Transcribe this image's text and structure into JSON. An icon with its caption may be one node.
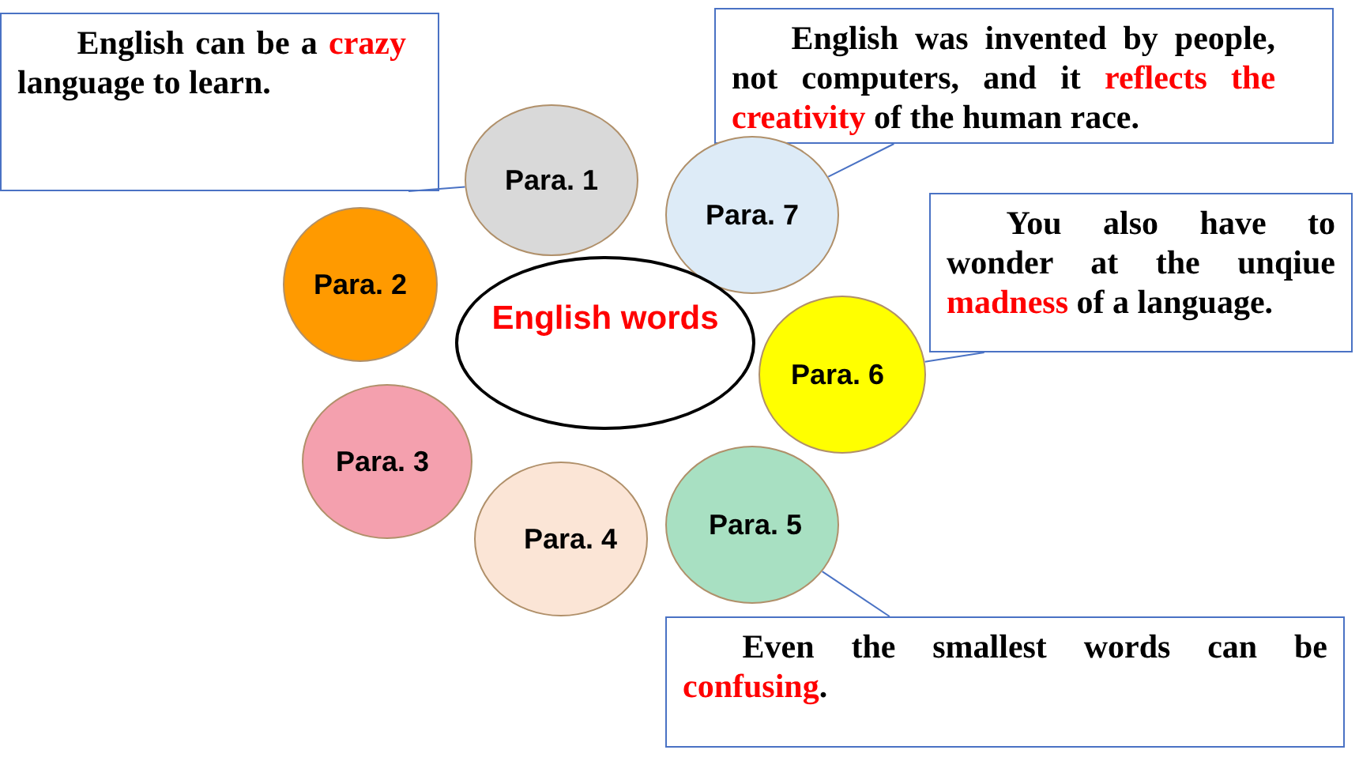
{
  "diagram": {
    "nodes": [
      {
        "text": [
          "English can be a **crazy** language to learn."
        ]
      },
      {
        "text": [
          "English was invented by people, not computers, and it **reflects the creativity** of the human race."
        ]
      },
      {
        "text": [
          "Para. 1"
        ]
      },
      {
        "text": [
          "Para. 7"
        ]
      },
      {
        "text": [
          "You also have to wonder at the unqiue **madness** of a language."
        ]
      },
      {
        "text": [
          "Para. 2"
        ]
      },
      {
        "text": [
          "English words"
        ]
      },
      {
        "text": [
          "Para. 6"
        ]
      },
      {
        "text": [
          "Para. 3"
        ]
      },
      {
        "text": [
          "Para. 4"
        ]
      },
      {
        "text": [
          "Para. 5"
        ]
      },
      {
        "text": [
          "Even the smallest words can be **confusing**."
        ]
      }
    ],
    "edges": [
      {
        "from": 0,
        "to": 2,
        "arrow": "none"
      },
      {
        "from": 1,
        "to": 3,
        "arrow": "none"
      },
      {
        "from": 4,
        "to": 7,
        "arrow": "none"
      },
      {
        "from": 11,
        "to": 10,
        "arrow": "none"
      }
    ]
  }
}
